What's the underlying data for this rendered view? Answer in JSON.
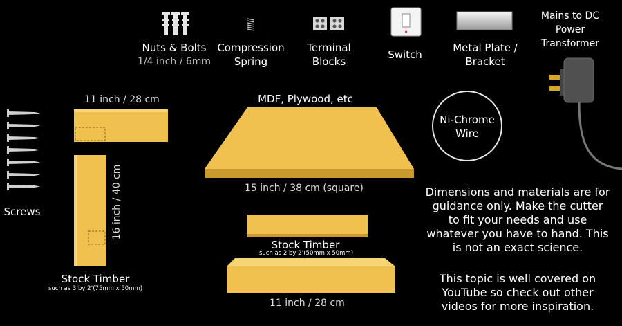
{
  "top_items": {
    "nuts_bolts": {
      "label": "Nuts & Bolts",
      "sub": "1/4 inch  /  6mm"
    },
    "spring": {
      "line1": "Compression",
      "line2": "Spring"
    },
    "terminal": {
      "line1": "Terminal",
      "line2": "Blocks"
    },
    "switch": {
      "label": "Switch"
    },
    "plate": {
      "line1": "Metal Plate /",
      "line2": "Bracket"
    },
    "transformer": {
      "line1": "Mains to DC",
      "line2": "Power",
      "line3": "Transformer"
    }
  },
  "wire": {
    "line1": "Ni-Chrome",
    "line2": "Wire"
  },
  "screws": {
    "label": "Screws"
  },
  "left_timber": {
    "top_dim": "11 inch  /  28 cm",
    "side_dim": "16 inch  /  40 cm",
    "title": "Stock Timber",
    "sub": "such as 3’by 2’(75mm x 50mm)"
  },
  "board": {
    "title": "MDF, Plywood, etc",
    "dim": "15 inch  /  38 cm   (square)"
  },
  "center_timber": {
    "title": "Stock Timber",
    "sub": "such as 2’by 2’(50mm x 50mm)",
    "dim": "11 inch  /  28 cm"
  },
  "notes": {
    "p1": [
      "Dimensions and materials are for",
      "guidance only. Make the cutter",
      "to fit your needs and use",
      "whatever you have to hand. This",
      "is not an exact science."
    ],
    "p2": [
      "This topic is well covered on",
      "YouTube so check out other",
      "videos for more inspiration."
    ]
  },
  "colors": {
    "wood_top": "#f0c14f",
    "wood_front": "#c99a2e",
    "wood_side": "#a87f24",
    "background": "#000000"
  }
}
